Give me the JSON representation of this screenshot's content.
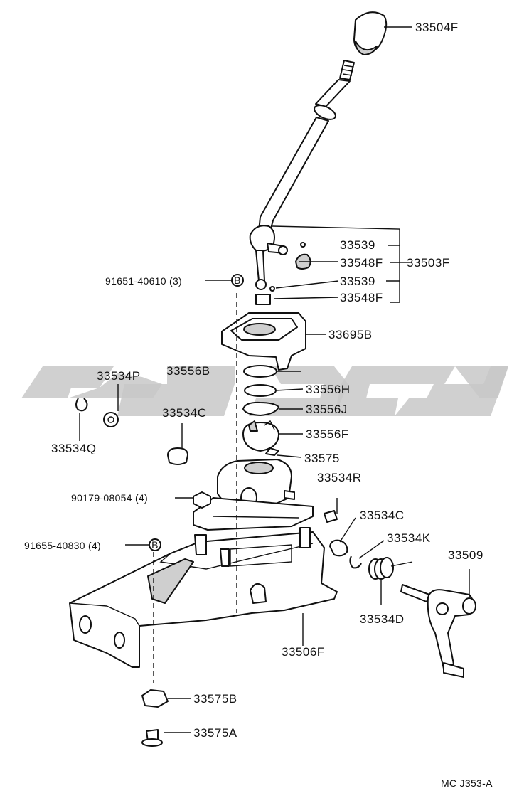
{
  "diagram": {
    "labels": {
      "p33504F": "33504F",
      "p33539a": "33539",
      "p33548Fa": "33548F",
      "p33503F": "33503F",
      "p91651": "91651-40610 (3)",
      "p33539b": "33539",
      "p33548Fb": "33548F",
      "p33695B": "33695B",
      "p33534P": "33534P",
      "p33556B": "33556B",
      "p33556H": "33556H",
      "p33556J": "33556J",
      "p33534Q": "33534Q",
      "p33534Ca": "33534C",
      "p33556F": "33556F",
      "p33575": "33575",
      "p33534R": "33534R",
      "p90179": "90179-08054 (4)",
      "p33534Cb": "33534C",
      "p33534K": "33534K",
      "p91655": "91655-40830 (4)",
      "p33509": "33509",
      "p33534D": "33534D",
      "p33506F": "33506F",
      "p33575B": "33575B",
      "p33575A": "33575A"
    },
    "bolt_marker_letter": "B",
    "drawing_code": "MC J353-A"
  }
}
